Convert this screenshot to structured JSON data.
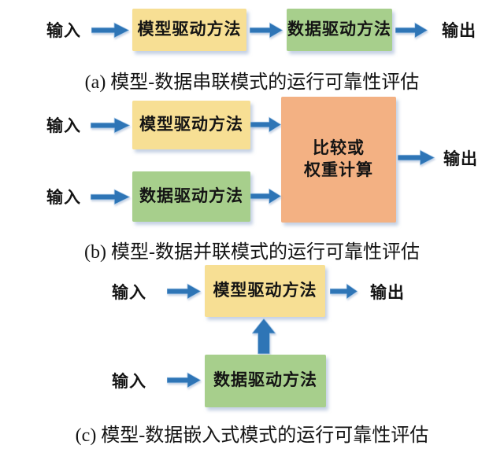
{
  "colors": {
    "box_yellow": "#F7DF94",
    "box_green": "#A7CF8C",
    "box_orange": "#F3B183",
    "arrow_blue": "#2E75B6",
    "arrow_edge": "#A8C9E8",
    "text_black": "#141414"
  },
  "labels": {
    "input": "输入",
    "output": "输出",
    "model_box": "模型驱动方法",
    "data_box": "数据驱动方法",
    "compare_line1": "比较或",
    "compare_line2": "权重计算"
  },
  "captions": {
    "a": "(a) 模型-数据串联模式的运行可靠性评估",
    "b": "(b) 模型-数据并联模式的运行可靠性评估",
    "c": "(c) 模型-数据嵌入式模式的运行可靠性评估"
  }
}
